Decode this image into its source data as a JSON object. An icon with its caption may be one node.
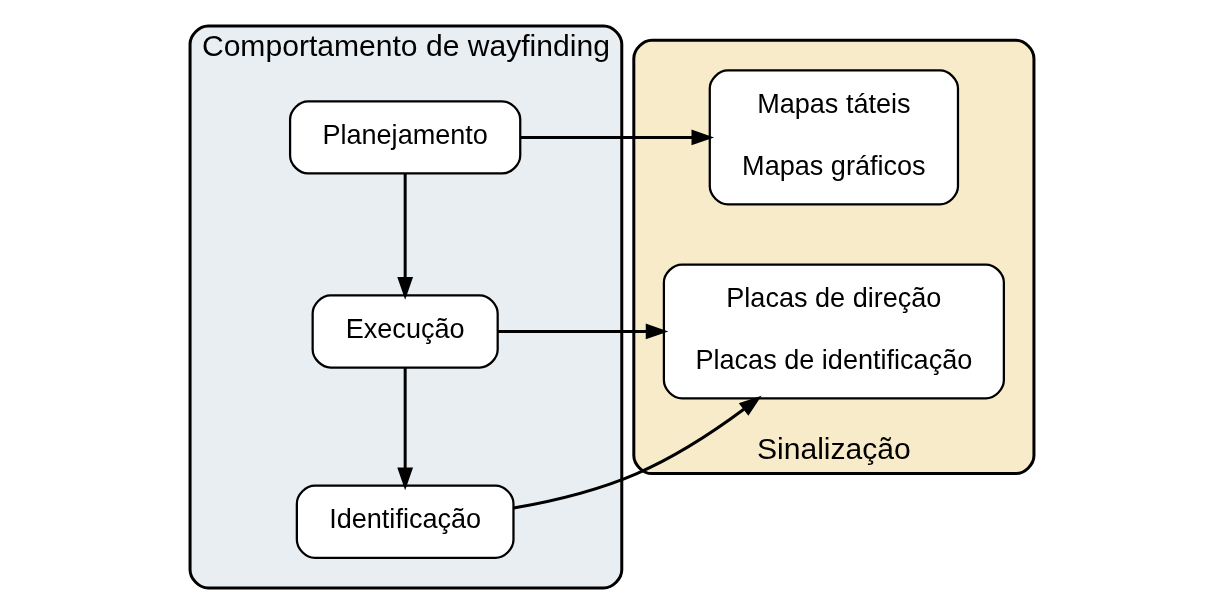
{
  "diagram": {
    "nodes": [
      {
        "text": [
          "Comportamento de wayfinding"
        ]
      },
      {
        "text": [
          "Planejamento"
        ],
        "in": 0
      },
      {
        "text": [
          "Execução"
        ],
        "in": 0
      },
      {
        "text": [
          "Identificação"
        ],
        "in": 0
      },
      {
        "text": [
          "Sinalização"
        ]
      },
      {
        "text": [
          "Mapas táteis",
          "Mapas gráficos"
        ],
        "in": 4
      },
      {
        "text": [
          "Placas de direção",
          "Placas de identificação"
        ],
        "in": 4
      }
    ],
    "edges": [
      {
        "from": 1,
        "to": 2,
        "arrow": "to"
      },
      {
        "from": 2,
        "to": 3,
        "arrow": "to"
      },
      {
        "from": 1,
        "to": 5,
        "arrow": "to"
      },
      {
        "from": 2,
        "to": 6,
        "arrow": "to"
      },
      {
        "from": 3,
        "to": 6,
        "arrow": "to"
      }
    ]
  }
}
